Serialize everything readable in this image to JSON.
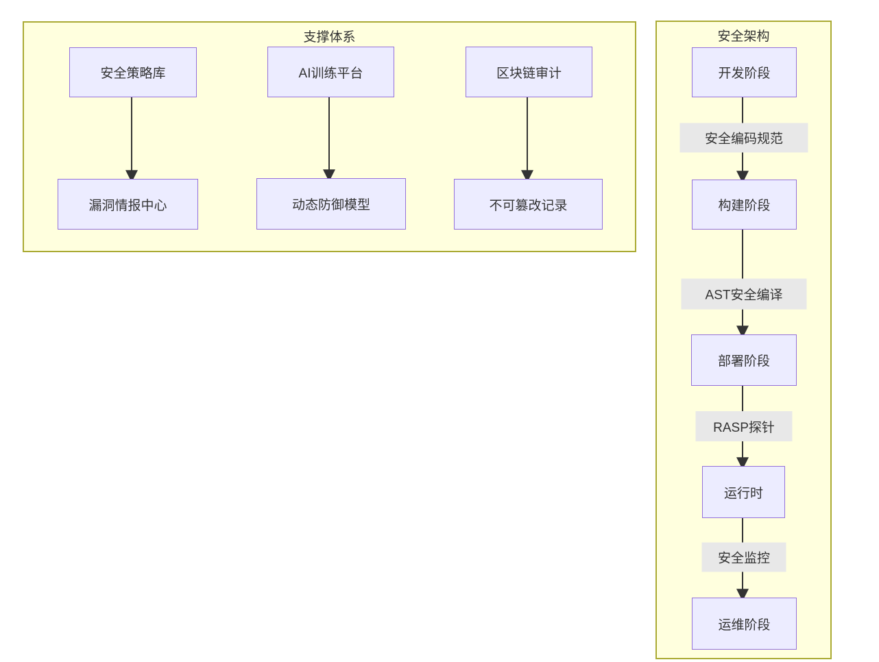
{
  "diagram": {
    "type": "flowchart",
    "colors": {
      "node_fill": "#ececff",
      "node_border": "#9370db",
      "cluster_fill": "#ffffde",
      "cluster_border": "#aaaa33",
      "edge_label_bg": "#e8e8e8",
      "text": "#333333",
      "arrow": "#333333"
    },
    "clusters": [
      {
        "title": "支撑体系"
      },
      {
        "title": "安全架构"
      }
    ],
    "support": {
      "pairs": [
        {
          "source": "安全策略库",
          "target": "漏洞情报中心"
        },
        {
          "source": "AI训练平台",
          "target": "动态防御模型"
        },
        {
          "source": "区块链审计",
          "target": "不可篡改记录"
        }
      ]
    },
    "pipeline": {
      "stages": [
        "开发阶段",
        "构建阶段",
        "部署阶段",
        "运行时",
        "运维阶段"
      ],
      "edge_labels": [
        "安全编码规范",
        "AST安全编译",
        "RASP探针",
        "安全监控"
      ]
    }
  }
}
